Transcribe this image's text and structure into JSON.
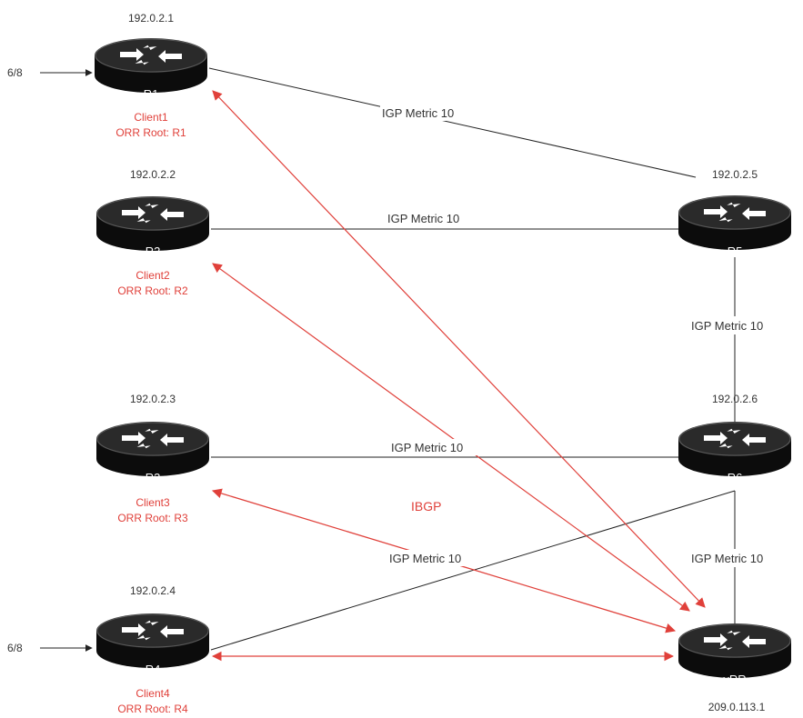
{
  "colors": {
    "ibgp": "#e0403a",
    "link": "#222222",
    "router_body": "#111111"
  },
  "routers": {
    "r1": {
      "name": "R1",
      "ip": "192.0.2.1",
      "client": "Client1",
      "orr": "ORR Root: R1"
    },
    "r2": {
      "name": "R2",
      "ip": "192.0.2.2",
      "client": "Client2",
      "orr": "ORR Root: R2"
    },
    "r3": {
      "name": "R3",
      "ip": "192.0.2.3",
      "client": "Client3",
      "orr": "ORR Root: R3"
    },
    "r4": {
      "name": "R4",
      "ip": "192.0.2.4",
      "client": "Client4",
      "orr": "ORR Root: R4"
    },
    "r5": {
      "name": "R5",
      "ip": "192.0.2.5"
    },
    "r6": {
      "name": "R6",
      "ip": "192.0.2.6"
    },
    "vrr": {
      "name": "vRR",
      "ip": "209.0.113.1"
    }
  },
  "links": {
    "r1_r5": "IGP Metric 10",
    "r2_r5": "IGP Metric 10",
    "r5_r6": "IGP Metric 10",
    "r3_r6": "IGP Metric 10",
    "r4_r6": "IGP Metric 10",
    "r6_vrr": "IGP Metric 10"
  },
  "inputs": {
    "r1": "6/8",
    "r4": "6/8"
  },
  "ibgp_label": "IBGP",
  "icon": "router-icon"
}
